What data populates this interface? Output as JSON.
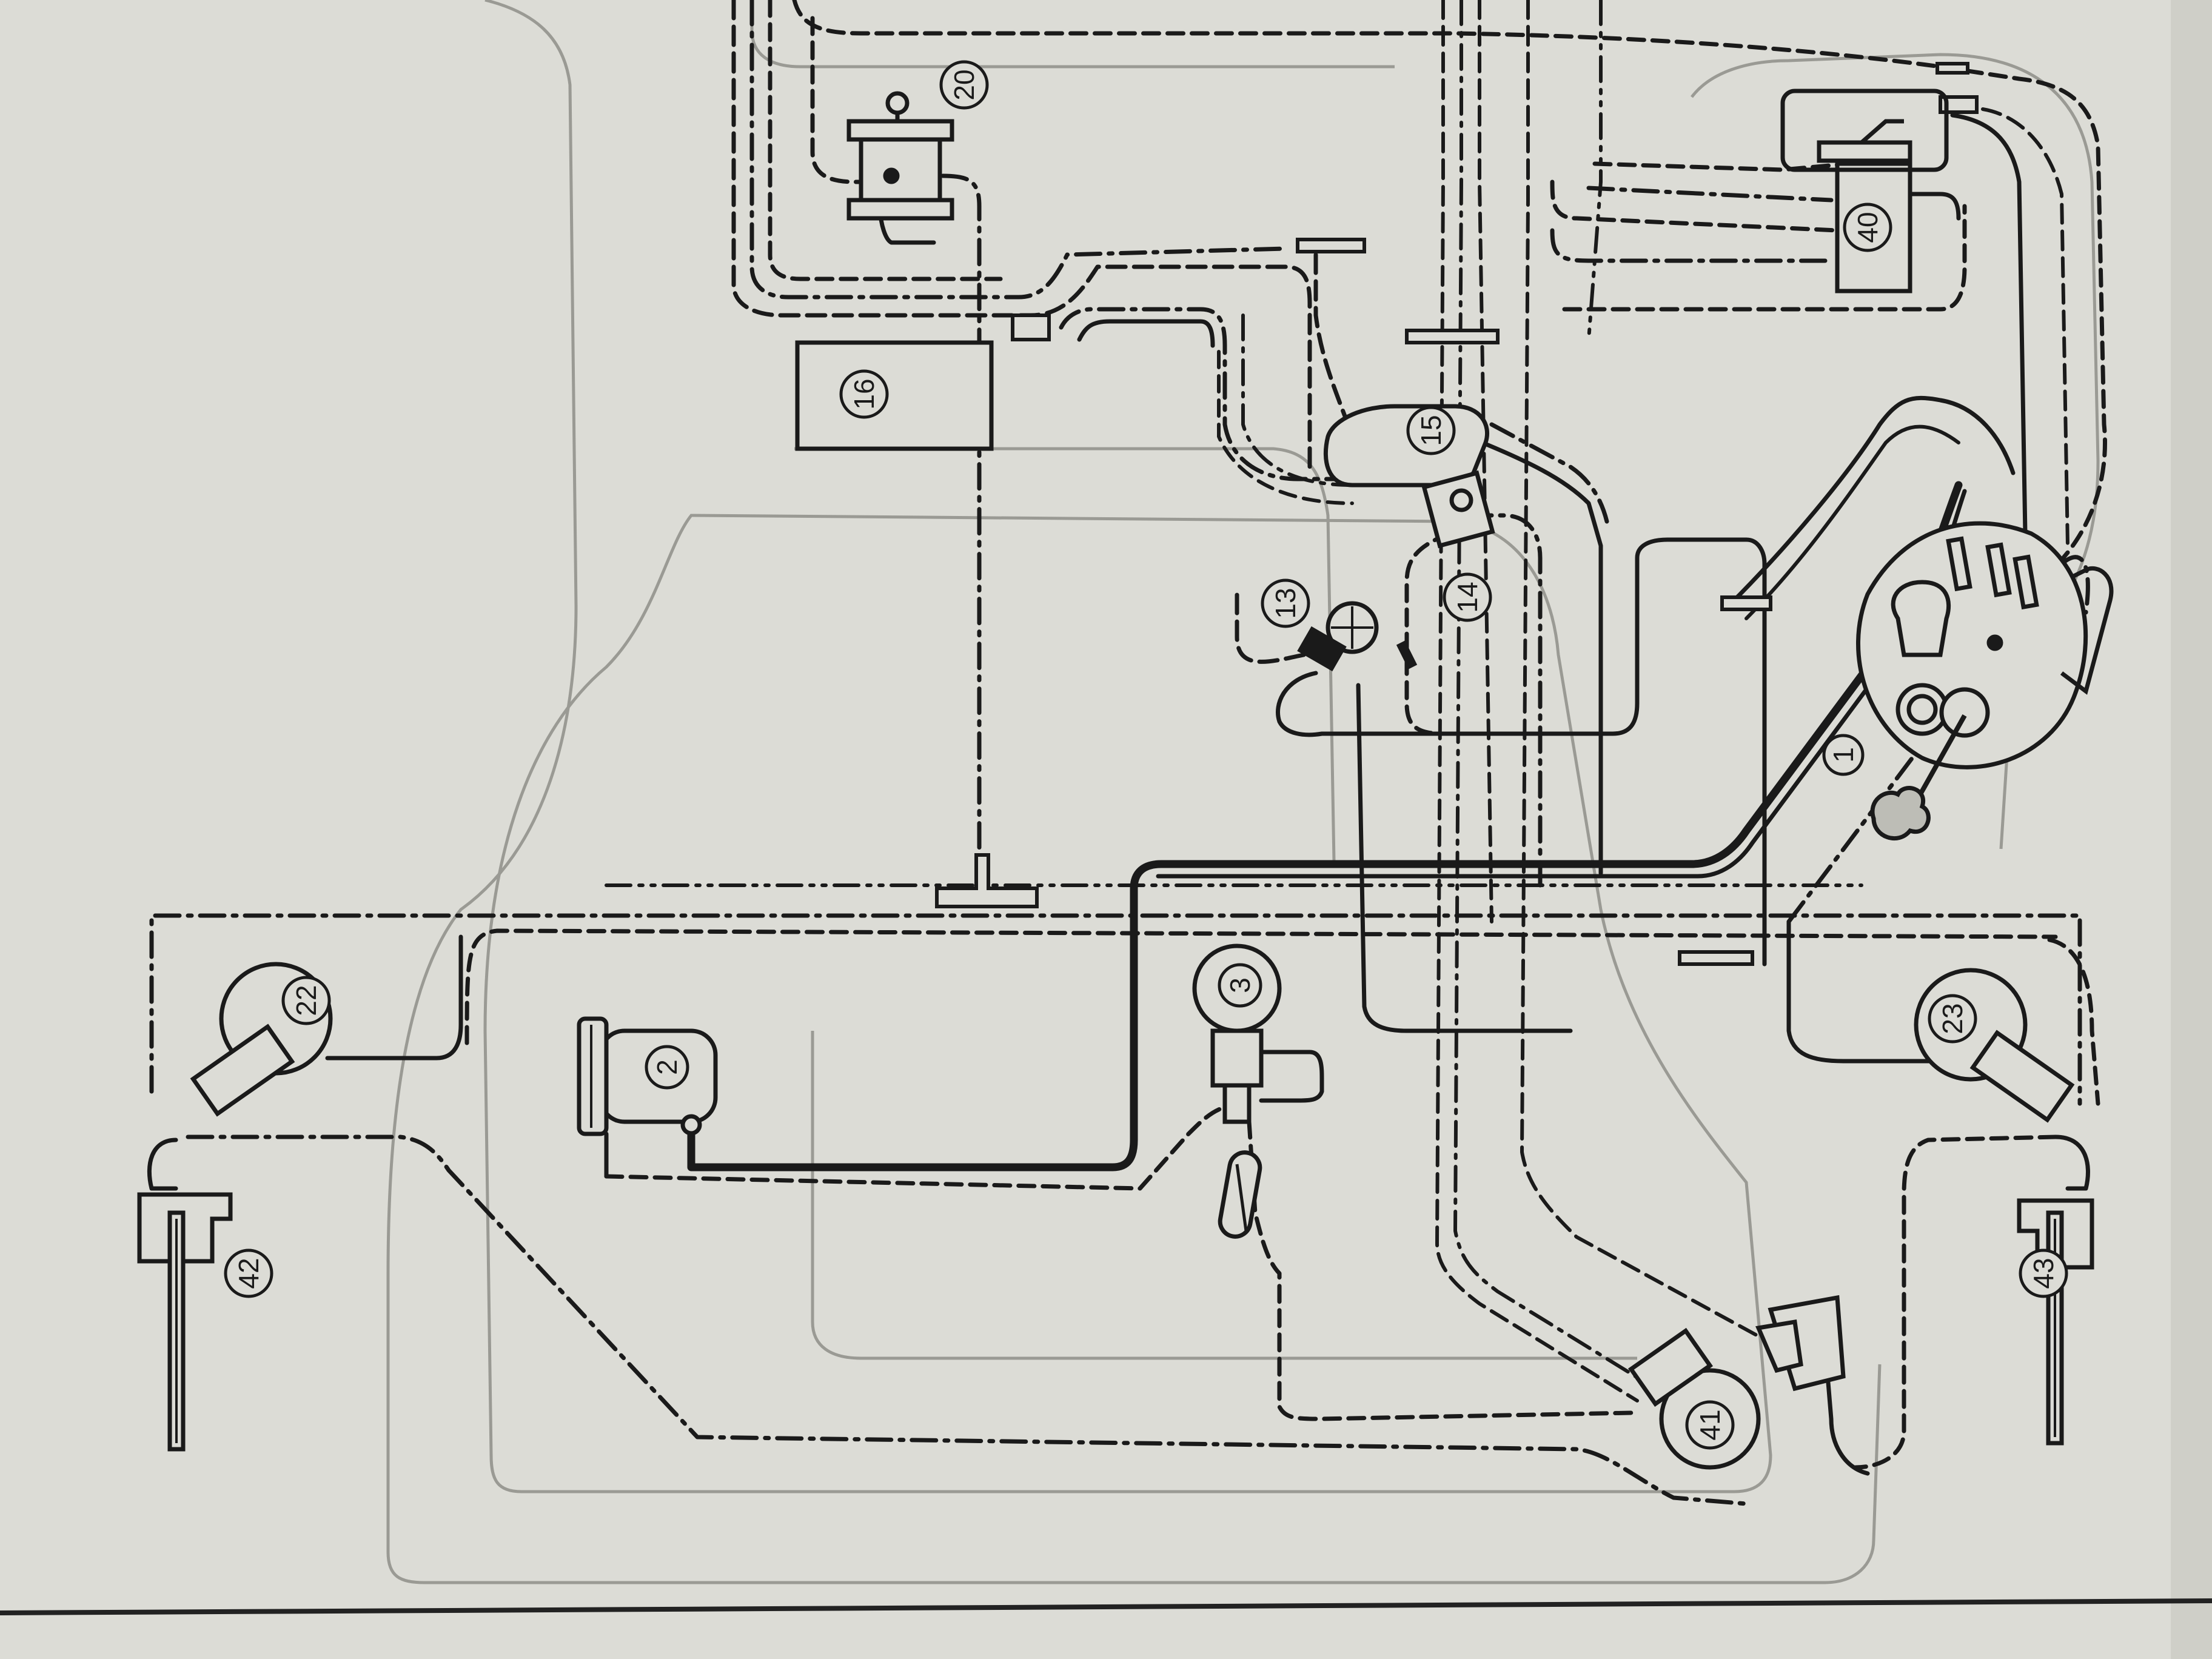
{
  "diagram": {
    "background_color": "#dcdcd6",
    "line_color": "#1a1a1a",
    "outline_color": "#9a9a94",
    "components": [
      {
        "id": "c1",
        "label": "1"
      },
      {
        "id": "c2",
        "label": "2"
      },
      {
        "id": "c3",
        "label": "3"
      },
      {
        "id": "c13",
        "label": "13"
      },
      {
        "id": "c14",
        "label": "14"
      },
      {
        "id": "c15",
        "label": "15"
      },
      {
        "id": "c16",
        "label": "16"
      },
      {
        "id": "c20",
        "label": "20"
      },
      {
        "id": "c22",
        "label": "22"
      },
      {
        "id": "c23",
        "label": "23"
      },
      {
        "id": "c40",
        "label": "40"
      },
      {
        "id": "c41",
        "label": "41"
      },
      {
        "id": "c42",
        "label": "42"
      },
      {
        "id": "c43",
        "label": "43"
      }
    ],
    "line_styles": [
      "solid",
      "heavy-solid",
      "dashed",
      "dash-dot",
      "dash-dot-dot"
    ]
  }
}
